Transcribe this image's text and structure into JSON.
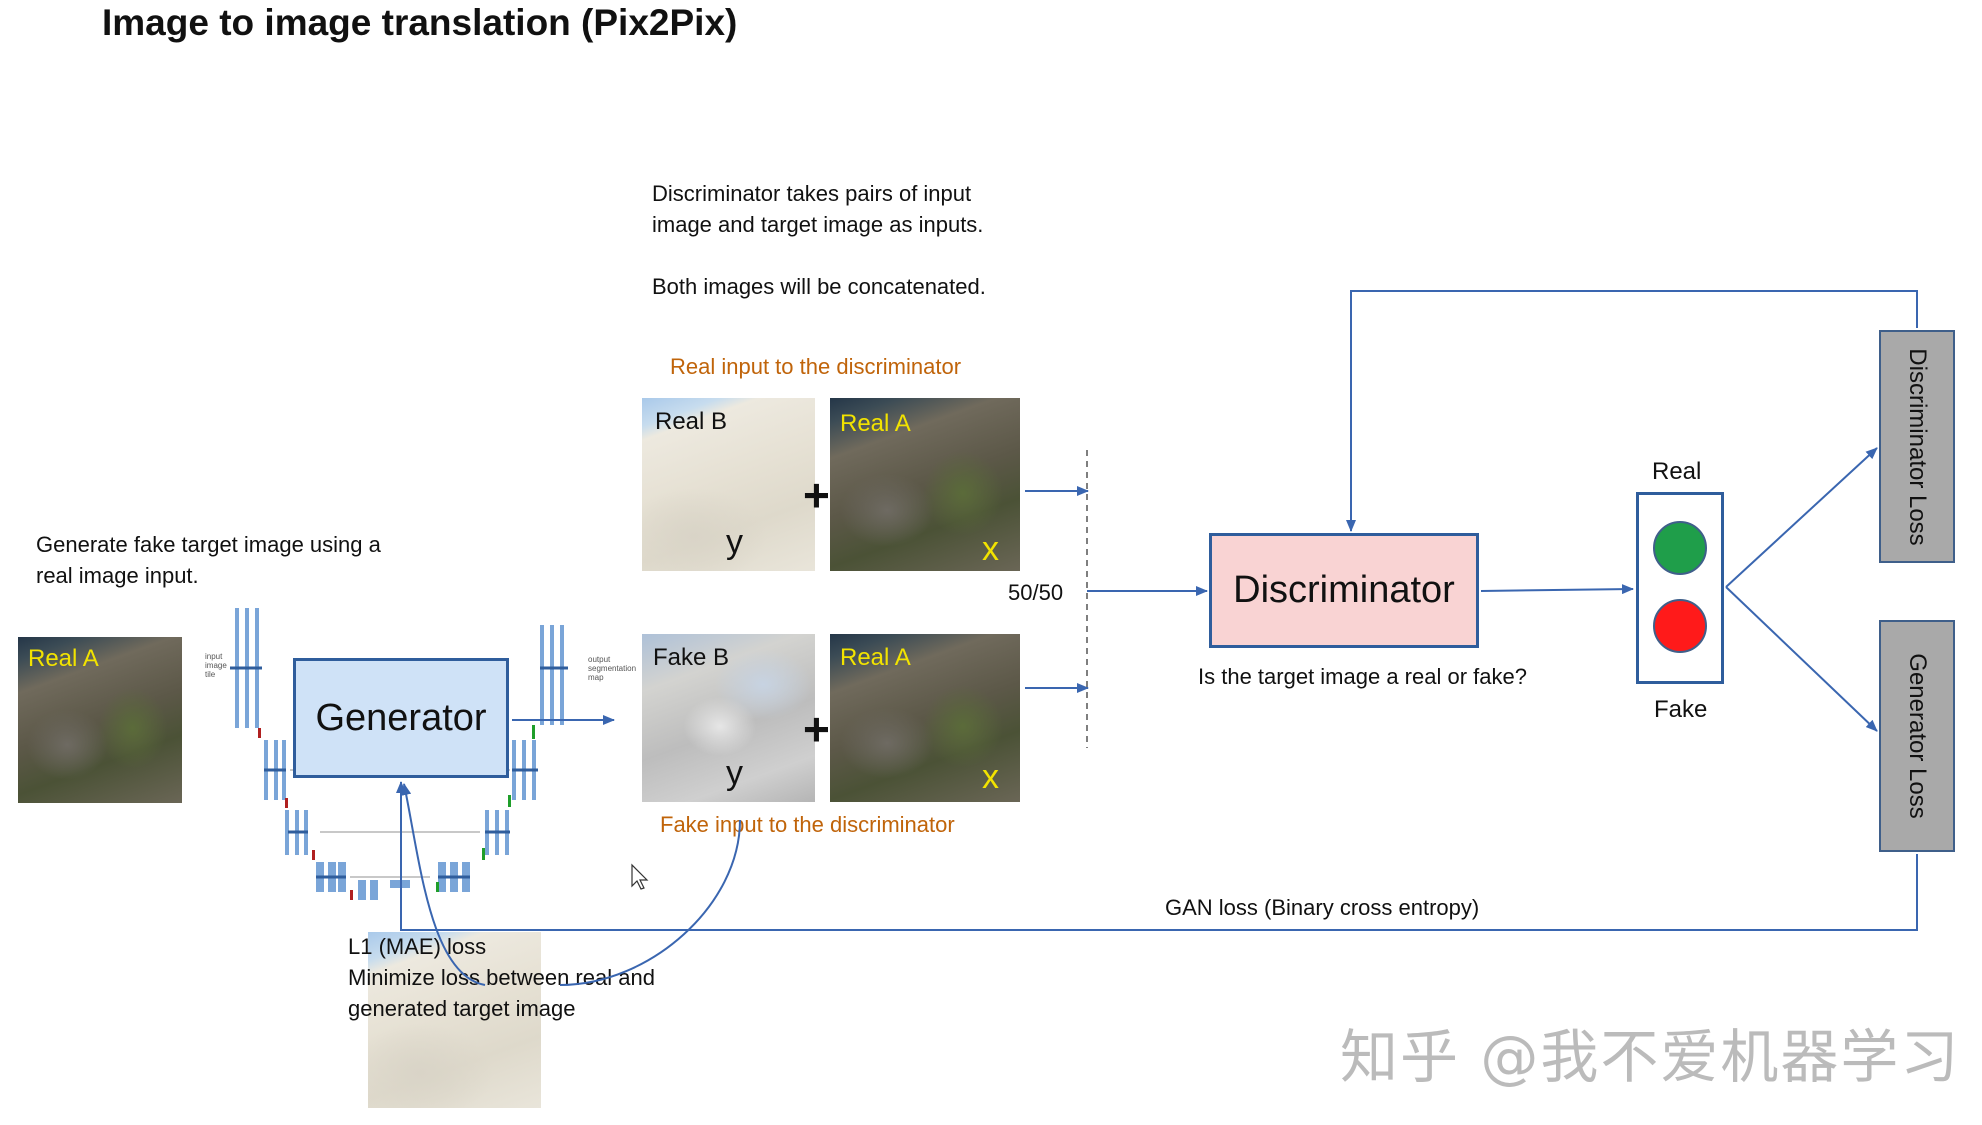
{
  "title": "Image to image translation (Pix2Pix)",
  "notes": {
    "discriminator_note": "Discriminator takes pairs of input\nimage and target image as inputs.\n\nBoth images will be concatenated.",
    "generator_note": "Generate fake target image using a\nreal image input.",
    "l1_loss_title": "L1 (MAE) loss",
    "l1_loss_desc": "Minimize loss between real and\ngenerated target image"
  },
  "labels": {
    "real_input": "Real input to the discriminator",
    "fake_input": "Fake input to the discriminator",
    "ratio": "50/50",
    "question": "Is the target image a real or fake?",
    "gan_loss": "GAN loss (Binary cross entropy)"
  },
  "tiles": {
    "real_a": "Real A",
    "real_b": "Real B",
    "fake_b": "Fake B",
    "var_x": "x",
    "var_y": "y",
    "plus": "+"
  },
  "unet_text": {
    "input": "input image tile",
    "output": "output segmentation map"
  },
  "boxes": {
    "generator": "Generator",
    "discriminator": "Discriminator",
    "discriminator_loss": "Discriminator Loss",
    "generator_loss": "Generator Loss"
  },
  "lights": {
    "real": "Real",
    "fake": "Fake",
    "real_color": "#1f9e4a",
    "fake_color": "#ff1a1a"
  },
  "colors": {
    "arrow": "#3a66b0",
    "orange_text": "#c0640a",
    "yellow_label": "#f2e300"
  },
  "watermark": "知乎 @我不爱机器学习"
}
